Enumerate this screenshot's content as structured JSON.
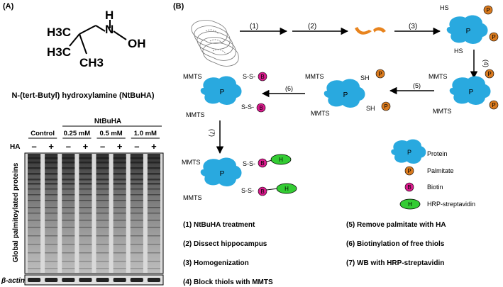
{
  "panel_a": {
    "label": "(A)",
    "structure": {
      "h3c_top": "H3C",
      "h": "H",
      "n": "N",
      "oh": "OH",
      "h3c_left": "H3C",
      "ch3": "CH3"
    },
    "compound_name": "N-(tert-Butyl) hydroxylamine (NtBuHA)",
    "blot": {
      "group_label": "NtBuHA",
      "columns": [
        "Control",
        "0.25 mM",
        "0.5 mM",
        "1.0 mM"
      ],
      "ha_label": "HA",
      "signs": [
        "–",
        "+",
        "–",
        "+",
        "–",
        "+",
        "–",
        "+"
      ],
      "ylabel": "Global palmitoylated proteins",
      "actin_label": "β-actin"
    }
  },
  "panel_b": {
    "label": "(B)",
    "arrows": [
      "(1)",
      "(2)",
      "(3)",
      "(4)",
      "(5)",
      "(6)",
      "(7)"
    ],
    "mol": {
      "p": "P",
      "hs": "HS",
      "sh": "SH",
      "mmts": "MMTS",
      "ss": "S-S-",
      "b": "B",
      "h": "H"
    },
    "legend": [
      {
        "symbol": "P",
        "label": "Protein"
      },
      {
        "symbol": "P",
        "label": "Palmitate"
      },
      {
        "symbol": "B",
        "label": "Biotin"
      },
      {
        "symbol": "H",
        "label": "HRP-streptavidin"
      }
    ],
    "steps_left": [
      "(1) NtBuHA treatment",
      "(2) Dissect hippocampus",
      "(3) Homogenization",
      "(4) Block thiols with MMTS"
    ],
    "steps_right": [
      "(5) Remove palmitate with HA",
      "(6) Biotinylation of free thiols",
      "(7) WB with HRP-streptavidin"
    ]
  },
  "colors": {
    "protein": "#29a9df",
    "palmitate": "#d97a1e",
    "biotin": "#d81b8c",
    "hrp": "#33cc33",
    "blot_bg": "#d9d9d9",
    "band": "#333333"
  }
}
